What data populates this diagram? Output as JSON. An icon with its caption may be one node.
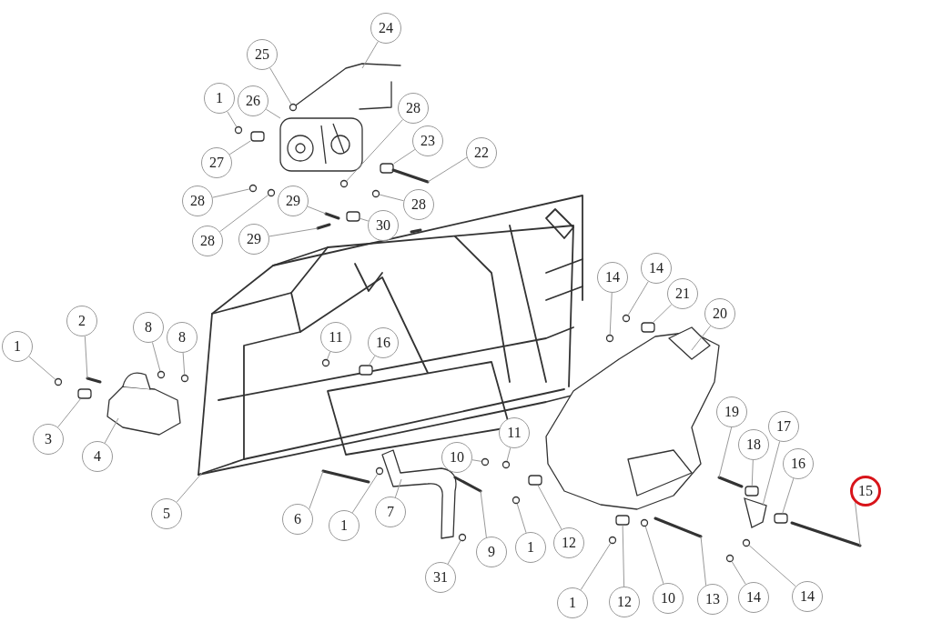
{
  "diagram": {
    "nodes": [
      {
        "text": [
          "1"
        ]
      },
      {
        "text": [
          "25"
        ]
      },
      {
        "text": [
          "24"
        ]
      },
      {
        "text": [
          "26"
        ]
      },
      {
        "text": [
          "27"
        ]
      },
      {
        "text": [
          "28"
        ]
      },
      {
        "text": [
          "23"
        ]
      },
      {
        "text": [
          "22"
        ]
      },
      {
        "text": [
          "28"
        ]
      },
      {
        "text": [
          "28"
        ]
      },
      {
        "text": [
          "29"
        ]
      },
      {
        "text": [
          "30"
        ]
      },
      {
        "text": [
          "28"
        ]
      },
      {
        "text": [
          "29"
        ]
      },
      {
        "text": [
          "14"
        ]
      },
      {
        "text": [
          "14"
        ]
      },
      {
        "text": [
          "21"
        ]
      },
      {
        "text": [
          "20"
        ]
      },
      {
        "text": [
          "2"
        ]
      },
      {
        "text": [
          "1"
        ]
      },
      {
        "text": [
          "8"
        ]
      },
      {
        "text": [
          "8"
        ]
      },
      {
        "text": [
          "11"
        ]
      },
      {
        "text": [
          "16"
        ]
      },
      {
        "text": [
          "3"
        ]
      },
      {
        "text": [
          "4"
        ]
      },
      {
        "text": [
          "5"
        ]
      },
      {
        "text": [
          "19"
        ]
      },
      {
        "text": [
          "17"
        ]
      },
      {
        "text": [
          "18"
        ]
      },
      {
        "text": [
          "16"
        ]
      },
      {
        "text": [
          "15"
        ]
      },
      {
        "text": [
          "10"
        ]
      },
      {
        "text": [
          "11"
        ]
      },
      {
        "text": [
          "6"
        ]
      },
      {
        "text": [
          "1"
        ]
      },
      {
        "text": [
          "7"
        ]
      },
      {
        "text": [
          "9"
        ]
      },
      {
        "text": [
          "1"
        ]
      },
      {
        "text": [
          "12"
        ]
      },
      {
        "text": [
          "31"
        ]
      },
      {
        "text": [
          "1"
        ]
      },
      {
        "text": [
          "12"
        ]
      },
      {
        "text": [
          "10"
        ]
      },
      {
        "text": [
          "13"
        ]
      },
      {
        "text": [
          "14"
        ]
      },
      {
        "text": [
          "14"
        ]
      },
      {
        "text": [],
        "shape": "circle"
      },
      {
        "text": [],
        "shape": "circle"
      },
      {
        "text": [],
        "shape": "box"
      },
      {
        "text": [],
        "shape": "circle"
      },
      {
        "text": [],
        "shape": "box"
      },
      {
        "text": [],
        "shape": "bar"
      },
      {
        "text": [],
        "shape": "circle"
      },
      {
        "text": [],
        "shape": "circle"
      },
      {
        "text": [],
        "shape": "bar"
      },
      {
        "text": [],
        "shape": "box"
      },
      {
        "text": [],
        "shape": "circle"
      },
      {
        "text": [],
        "shape": "circle"
      },
      {
        "text": [],
        "shape": "circle"
      },
      {
        "text": [],
        "shape": "bar"
      },
      {
        "text": [],
        "shape": "circle"
      },
      {
        "text": [],
        "shape": "circle"
      },
      {
        "text": [],
        "shape": "circle"
      },
      {
        "text": [],
        "shape": "circle"
      },
      {
        "text": [],
        "shape": "box"
      },
      {
        "text": [],
        "shape": "box"
      },
      {
        "text": [],
        "shape": "bar"
      },
      {
        "text": [],
        "shape": "box"
      },
      {
        "text": [],
        "shape": "bar"
      },
      {
        "text": [],
        "shape": "circle"
      },
      {
        "text": [],
        "shape": "circle"
      },
      {
        "text": [],
        "shape": "bar"
      },
      {
        "text": [],
        "shape": "circle"
      },
      {
        "text": [],
        "shape": "bar"
      },
      {
        "text": [],
        "shape": "circle"
      },
      {
        "text": [],
        "shape": "box"
      },
      {
        "text": [],
        "shape": "circle"
      },
      {
        "text": [],
        "shape": "circle"
      },
      {
        "text": [],
        "shape": "box"
      },
      {
        "text": [],
        "shape": "circle"
      },
      {
        "text": [],
        "shape": "bar"
      },
      {
        "text": [],
        "shape": "circle"
      },
      {
        "text": [],
        "shape": "circle"
      },
      {
        "text": [],
        "shape": "bar"
      },
      {
        "text": [],
        "shape": "box"
      },
      {
        "text": [],
        "shape": "box"
      },
      {
        "text": [],
        "shape": "box"
      },
      {
        "text": [],
        "shape": "picture"
      }
    ],
    "edges": [
      {
        "from": 0,
        "to": 47,
        "arrow": "none"
      },
      {
        "from": 1,
        "to": 48,
        "arrow": "none"
      },
      {
        "from": 2,
        "to": null,
        "arrow": "none"
      },
      {
        "from": 3,
        "to": 88,
        "arrow": "none"
      },
      {
        "from": 4,
        "to": 49,
        "arrow": "none"
      },
      {
        "from": 5,
        "to": 50,
        "arrow": "none"
      },
      {
        "from": 6,
        "to": 51,
        "arrow": "none"
      },
      {
        "from": 7,
        "to": 52,
        "arrow": "none"
      },
      {
        "from": 8,
        "to": 53,
        "arrow": "none"
      },
      {
        "from": 9,
        "to": 54,
        "arrow": "none"
      },
      {
        "from": 10,
        "to": 55,
        "arrow": "none"
      },
      {
        "from": 11,
        "to": 56,
        "arrow": "none"
      },
      {
        "from": 12,
        "to": 57,
        "arrow": "none"
      },
      {
        "from": 13,
        "to": 84,
        "arrow": "none"
      },
      {
        "from": 14,
        "to": 58,
        "arrow": "none"
      },
      {
        "from": 15,
        "to": 59,
        "arrow": "none"
      },
      {
        "from": 16,
        "to": 85,
        "arrow": "none"
      },
      {
        "from": 17,
        "to": null,
        "arrow": "none"
      },
      {
        "from": 18,
        "to": 60,
        "arrow": "none"
      },
      {
        "from": 19,
        "to": 61,
        "arrow": "none"
      },
      {
        "from": 20,
        "to": 62,
        "arrow": "none"
      },
      {
        "from": 21,
        "to": 63,
        "arrow": "none"
      },
      {
        "from": 22,
        "to": 64,
        "arrow": "none"
      },
      {
        "from": 23,
        "to": 65,
        "arrow": "none"
      },
      {
        "from": 24,
        "to": 66,
        "arrow": "none"
      },
      {
        "from": 25,
        "to": null,
        "arrow": "none"
      },
      {
        "from": 26,
        "to": null,
        "arrow": "none"
      },
      {
        "from": 27,
        "to": 67,
        "arrow": "none"
      },
      {
        "from": 28,
        "to": 86,
        "arrow": "none"
      },
      {
        "from": 29,
        "to": 87,
        "arrow": "none"
      },
      {
        "from": 30,
        "to": 68,
        "arrow": "none"
      },
      {
        "from": 31,
        "to": 69,
        "arrow": "none"
      },
      {
        "from": 32,
        "to": 70,
        "arrow": "none"
      },
      {
        "from": 33,
        "to": 71,
        "arrow": "none"
      },
      {
        "from": 34,
        "to": 72,
        "arrow": "none"
      },
      {
        "from": 35,
        "to": 73,
        "arrow": "none"
      },
      {
        "from": 36,
        "to": null,
        "arrow": "none"
      },
      {
        "from": 37,
        "to": 74,
        "arrow": "none"
      },
      {
        "from": 38,
        "to": 75,
        "arrow": "none"
      },
      {
        "from": 39,
        "to": 76,
        "arrow": "none"
      },
      {
        "from": 40,
        "to": 77,
        "arrow": "none"
      },
      {
        "from": 41,
        "to": 78,
        "arrow": "none"
      },
      {
        "from": 42,
        "to": 79,
        "arrow": "none"
      },
      {
        "from": 43,
        "to": 80,
        "arrow": "none"
      },
      {
        "from": 44,
        "to": 81,
        "arrow": "none"
      },
      {
        "from": 45,
        "to": 82,
        "arrow": "none"
      },
      {
        "from": 46,
        "to": 83,
        "arrow": "none"
      }
    ]
  }
}
